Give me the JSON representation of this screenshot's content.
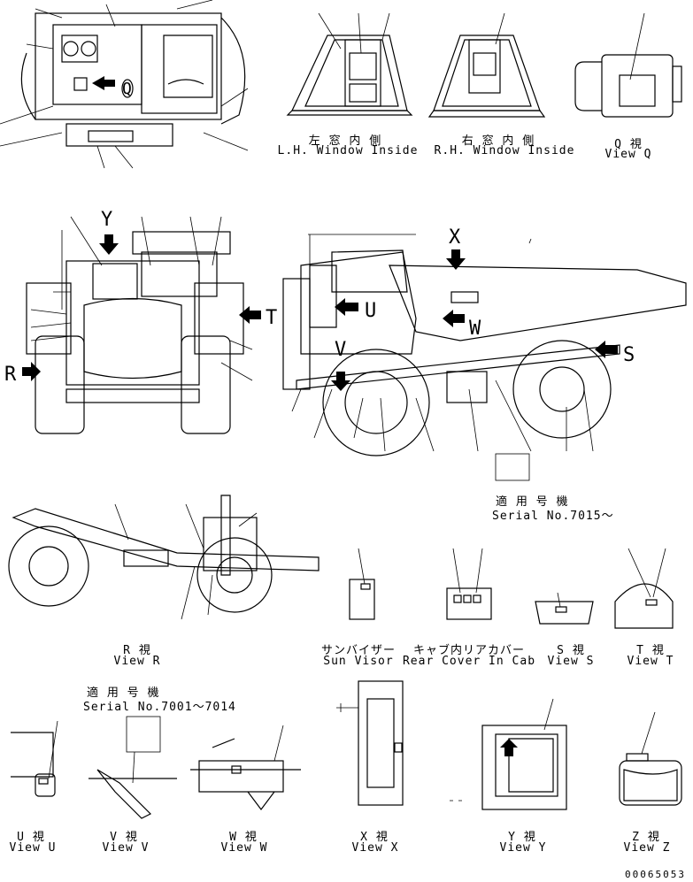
{
  "views": {
    "lh_window": {
      "jp": "左 窓 内 側",
      "en": "L.H. Window Inside"
    },
    "rh_window": {
      "jp": "右 窓 内 側",
      "en": "R.H. Window Inside"
    },
    "view_q": {
      "jp": "Q 視",
      "en": "View Q"
    },
    "view_r": {
      "jp": "R 視",
      "en": "View R"
    },
    "sun_visor": {
      "jp": "サンバイザー",
      "en": "Sun Visor"
    },
    "rear_cover": {
      "jp": "キャブ内リアカバー",
      "en": "Rear Cover In Cab"
    },
    "view_s": {
      "jp": "S 視",
      "en": "View S"
    },
    "view_t": {
      "jp": "T 視",
      "en": "View T"
    },
    "view_u": {
      "jp": "U 視",
      "en": "View U"
    },
    "view_v": {
      "jp": "V 視",
      "en": "View V"
    },
    "view_w": {
      "jp": "W 視",
      "en": "View W"
    },
    "view_x": {
      "jp": "X 視",
      "en": "View X"
    },
    "view_y": {
      "jp": "Y 視",
      "en": "View Y"
    },
    "view_z": {
      "jp": "Z 視",
      "en": "View Z"
    }
  },
  "serials": {
    "s7015": {
      "jp": "適 用 号 機",
      "en": "Serial No.7015〜"
    },
    "s7001": {
      "jp": "適 用 号 機",
      "en": "Serial No.7001〜7014"
    }
  },
  "arrow_letters": {
    "y": "Y",
    "r": "R",
    "t": "T",
    "x": "X",
    "u": "U",
    "w": "W",
    "v": "V",
    "s": "S"
  },
  "document_number": "00065053"
}
